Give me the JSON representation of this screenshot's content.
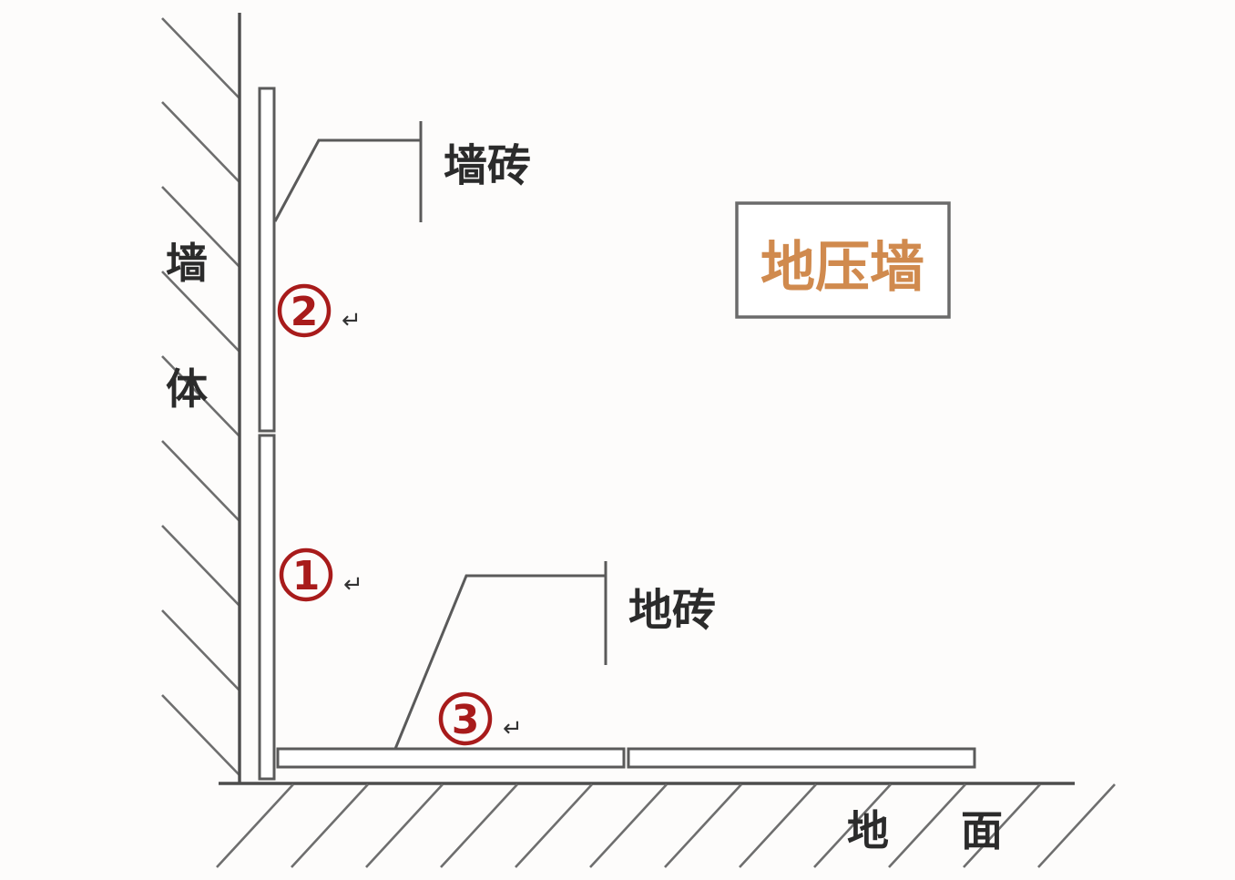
{
  "diagram": {
    "title_box": {
      "text": "地压墙",
      "text_color": "#d08a4e",
      "border_color": "#6b6b6b",
      "fill": "#ffffff"
    },
    "labels": {
      "wall_body_char1": "墙",
      "wall_body_char2": "体",
      "wall_tile": "墙砖",
      "floor_tile": "地砖",
      "ground_char1": "地",
      "ground_char2": "面"
    },
    "markers": [
      {
        "id": "marker-1",
        "number": "①",
        "return_mark": "↵"
      },
      {
        "id": "marker-2",
        "number": "②",
        "return_mark": "↵"
      },
      {
        "id": "marker-3",
        "number": "③",
        "return_mark": "↵"
      }
    ],
    "colors": {
      "marker_red": "#a81b1b",
      "line_gray": "#5a5a5a",
      "hatch_gray": "#6e6e6e",
      "accent_orange": "#d08a4e"
    }
  }
}
